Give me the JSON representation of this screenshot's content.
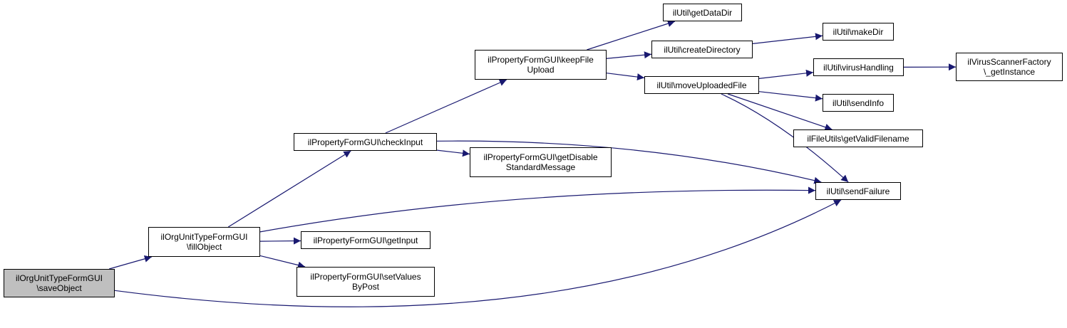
{
  "colors": {
    "edge": "#191970",
    "node_border": "#000000",
    "node_fill": "#ffffff",
    "root_fill": "#bfbfbf"
  },
  "nodes": {
    "save_object": {
      "lines": [
        "ilOrgUnitTypeFormGUI",
        "\\saveObject"
      ]
    },
    "fill_object": {
      "lines": [
        "ilOrgUnitTypeFormGUI",
        "\\fillObject"
      ]
    },
    "check_input": {
      "lines": [
        "ilPropertyFormGUI\\checkInput"
      ]
    },
    "keep_file_upload": {
      "lines": [
        "ilPropertyFormGUI\\keepFile",
        "Upload"
      ]
    },
    "get_data_dir": {
      "lines": [
        "ilUtil\\getDataDir"
      ]
    },
    "create_directory": {
      "lines": [
        "ilUtil\\createDirectory"
      ]
    },
    "make_dir": {
      "lines": [
        "ilUtil\\makeDir"
      ]
    },
    "move_uploaded_file": {
      "lines": [
        "ilUtil\\moveUploadedFile"
      ]
    },
    "virus_handling": {
      "lines": [
        "ilUtil\\virusHandling"
      ]
    },
    "virus_scanner_factory": {
      "lines": [
        "ilVirusScannerFactory",
        "\\_getInstance"
      ]
    },
    "send_info": {
      "lines": [
        "ilUtil\\sendInfo"
      ]
    },
    "get_valid_filename": {
      "lines": [
        "ilFileUtils\\getValidFilename"
      ]
    },
    "get_disable_standard_message": {
      "lines": [
        "ilPropertyFormGUI\\getDisable",
        "StandardMessage"
      ]
    },
    "send_failure": {
      "lines": [
        "ilUtil\\sendFailure"
      ]
    },
    "get_input": {
      "lines": [
        "ilPropertyFormGUI\\getInput"
      ]
    },
    "set_values_by_post": {
      "lines": [
        "ilPropertyFormGUI\\setValues",
        "ByPost"
      ]
    }
  },
  "edges": [
    [
      "save_object",
      "fill_object"
    ],
    [
      "save_object",
      "send_failure"
    ],
    [
      "fill_object",
      "check_input"
    ],
    [
      "fill_object",
      "send_failure"
    ],
    [
      "fill_object",
      "get_input"
    ],
    [
      "fill_object",
      "set_values_by_post"
    ],
    [
      "check_input",
      "keep_file_upload"
    ],
    [
      "check_input",
      "send_failure"
    ],
    [
      "check_input",
      "get_disable_standard_message"
    ],
    [
      "keep_file_upload",
      "get_data_dir"
    ],
    [
      "keep_file_upload",
      "create_directory"
    ],
    [
      "keep_file_upload",
      "move_uploaded_file"
    ],
    [
      "create_directory",
      "make_dir"
    ],
    [
      "move_uploaded_file",
      "virus_handling"
    ],
    [
      "move_uploaded_file",
      "send_info"
    ],
    [
      "move_uploaded_file",
      "get_valid_filename"
    ],
    [
      "move_uploaded_file",
      "send_failure"
    ],
    [
      "virus_handling",
      "virus_scanner_factory"
    ]
  ]
}
